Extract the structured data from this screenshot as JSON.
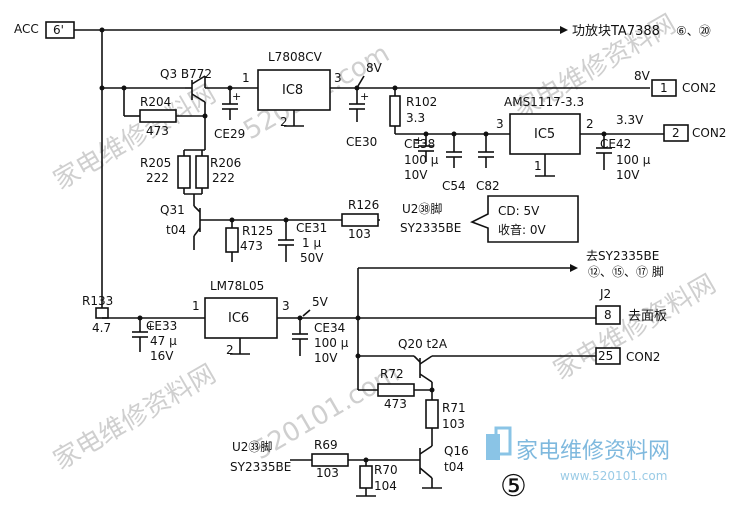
{
  "watermark": {
    "cn": "家电维修资料网",
    "url": "520101.com",
    "logo_cn": "家电维修资料网",
    "logo_url": "www.520101.com"
  },
  "labels": {
    "acc": "ACC",
    "acc_pin": "6'",
    "amp_dest": "功放块TA7388",
    "amp_pins": "⑥、⑳",
    "q3": "Q3 B772",
    "r204": "R204",
    "r204_val": "473",
    "ce29": "CE29",
    "l7808": "L7808CV",
    "ic8": "IC8",
    "pin1_a": "1",
    "pin2_a": "2",
    "pin3_a": "3",
    "v8_top": "8V",
    "r102": "R102",
    "r102_val": "3.3",
    "ce30": "CE30",
    "v8_line": "8V",
    "con2_1_pin": "1",
    "con2_1": "CON2",
    "ams": "AMS1117-3.3",
    "ic5": "IC5",
    "pin3_b": "3",
    "pin2_b": "2",
    "pin1_b": "1",
    "v33": "3.3V",
    "con2_2_pin": "2",
    "con2_2": "CON2",
    "ce38": "CE38",
    "ce38_val": "100 μ",
    "ce38_v": "10V",
    "c54": "C54",
    "c82": "C82",
    "ce42": "CE42",
    "ce42_val": "100 μ",
    "ce42_v": "10V",
    "r205": "R205",
    "r205_val": "222",
    "r206": "R206",
    "r206_val": "222",
    "q31": "Q31",
    "q31_type": "t04",
    "r125": "R125",
    "r125_val": "473",
    "ce31": "CE31",
    "ce31_val": "1 μ",
    "ce31_v": "50V",
    "r126": "R126",
    "r126_val": "103",
    "u2_38": "U2㊳脚",
    "sy_a": "SY2335BE",
    "cd": "CD:  5V",
    "radio": "收音:  0V",
    "to_sy": "去SY2335BE",
    "sy_pins": "⑫、⑮、⑰ 脚",
    "r133": "R133",
    "r133_val": "4.7",
    "ce33": "CE33",
    "ce33_val": "47 μ",
    "ce33_v": "16V",
    "lm78": "LM78L05",
    "ic6": "IC6",
    "pin1_c": "1",
    "pin2_c": "2",
    "pin3_c": "3",
    "v5": "5V",
    "ce34": "CE34",
    "ce34_val": "100 μ",
    "ce34_v": "10V",
    "j2": "J2",
    "j2_pin": "8",
    "to_panel": "去面板",
    "q20": "Q20  t2A",
    "con2_25_pin": "25",
    "con2_25": "CON2",
    "r72": "R72",
    "r72_val": "473",
    "r71": "R71",
    "r71_val": "103",
    "u2_33": "U2㉝脚",
    "sy_b": "SY2335BE",
    "r69": "R69",
    "r69_val": "103",
    "r70": "R70",
    "r70_val": "104",
    "q16": "Q16",
    "q16_type": "t04",
    "fig_no": "⑤"
  }
}
